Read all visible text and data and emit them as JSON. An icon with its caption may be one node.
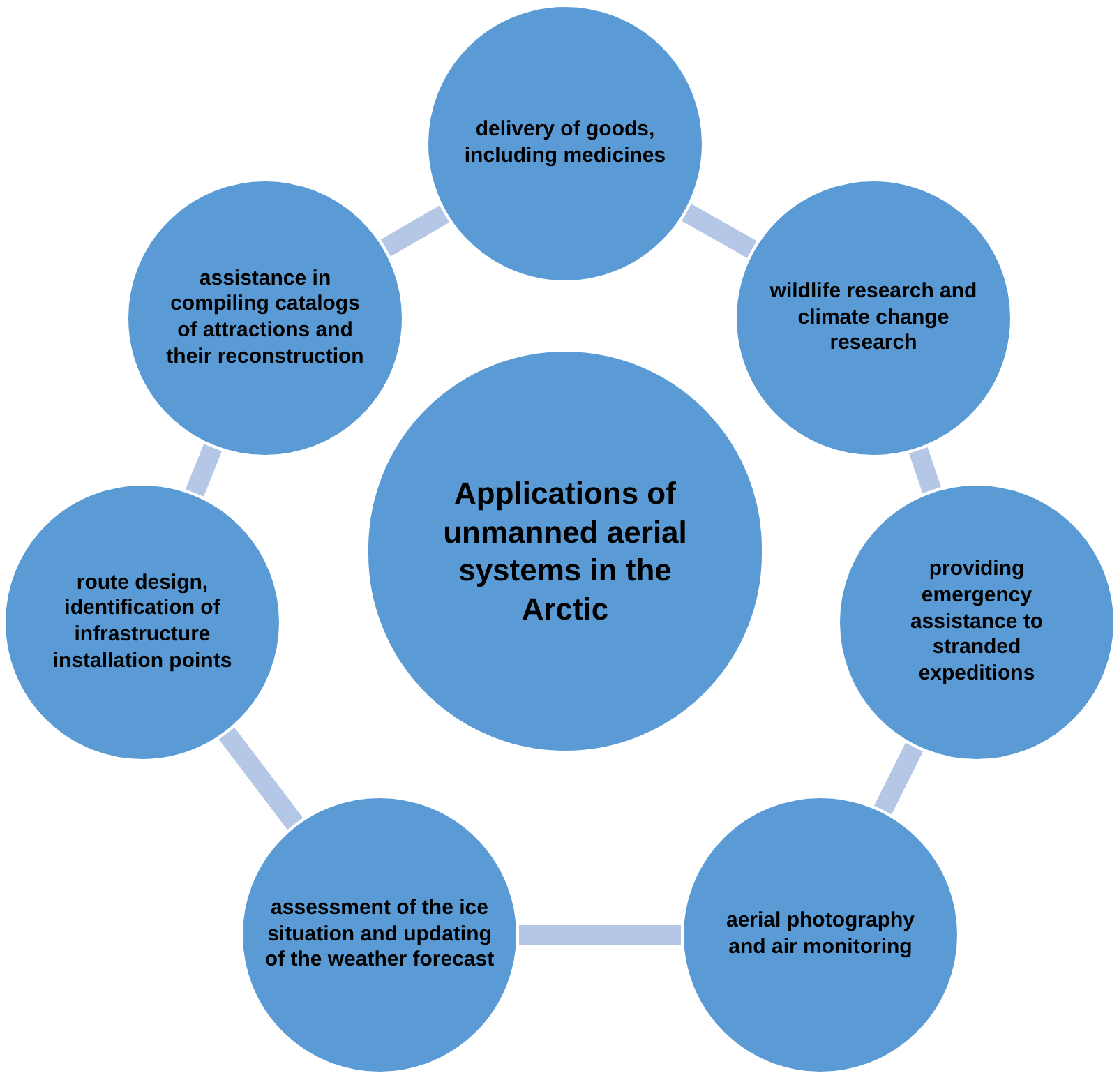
{
  "diagram": {
    "nodes": [
      {
        "text": [
          "Applications of unmanned aerial systems in the Arctic"
        ]
      },
      {
        "text": [
          "delivery of goods, including medicines"
        ]
      },
      {
        "text": [
          "wildlife research and climate change research"
        ]
      },
      {
        "text": [
          "providing emergency assistance to stranded expeditions"
        ]
      },
      {
        "text": [
          "aerial photography and air monitoring"
        ]
      },
      {
        "text": [
          "assessment of the ice situation and updating of the weather forecast"
        ]
      },
      {
        "text": [
          "route design, identification of infrastructure installation points"
        ]
      },
      {
        "text": [
          "assistance in compiling catalogs of attractions and their reconstruction"
        ]
      }
    ],
    "edges": [
      {
        "from": 1,
        "to": 2,
        "arrow": "none"
      },
      {
        "from": 2,
        "to": 3,
        "arrow": "none"
      },
      {
        "from": 3,
        "to": 4,
        "arrow": "none"
      },
      {
        "from": 4,
        "to": 5,
        "arrow": "none"
      },
      {
        "from": 5,
        "to": 6,
        "arrow": "none"
      },
      {
        "from": 6,
        "to": 7,
        "arrow": "none"
      },
      {
        "from": 7,
        "to": 1,
        "arrow": "none"
      }
    ]
  }
}
